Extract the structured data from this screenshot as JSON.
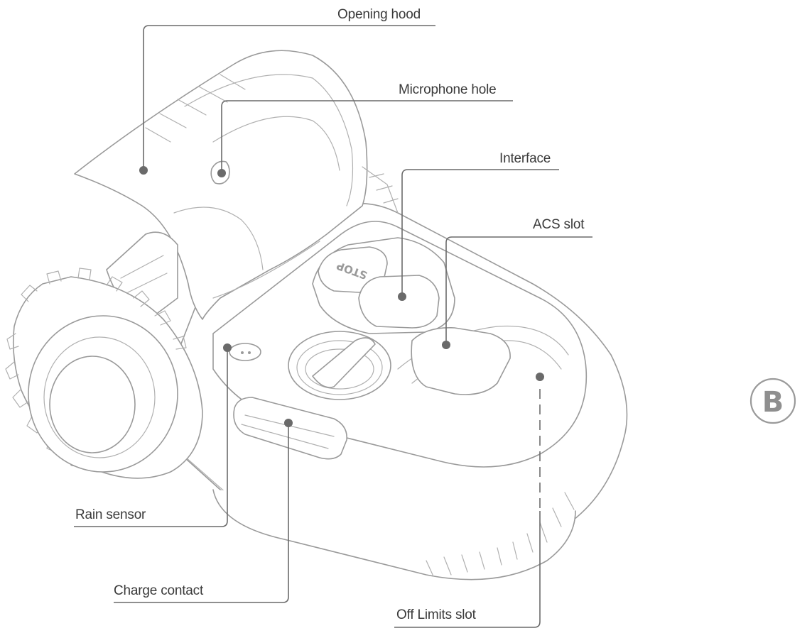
{
  "diagram": {
    "callouts": [
      {
        "id": "opening-hood",
        "text": "Opening hood"
      },
      {
        "id": "microphone-hole",
        "text": "Microphone hole"
      },
      {
        "id": "interface",
        "text": "Interface"
      },
      {
        "id": "acs-slot",
        "text": "ACS slot"
      },
      {
        "id": "rain-sensor",
        "text": "Rain sensor"
      },
      {
        "id": "charge-contact",
        "text": "Charge contact"
      },
      {
        "id": "off-limits-slot",
        "text": "Off Limits slot"
      }
    ],
    "stop_button_text": "STOP",
    "badge_letter": "B"
  }
}
